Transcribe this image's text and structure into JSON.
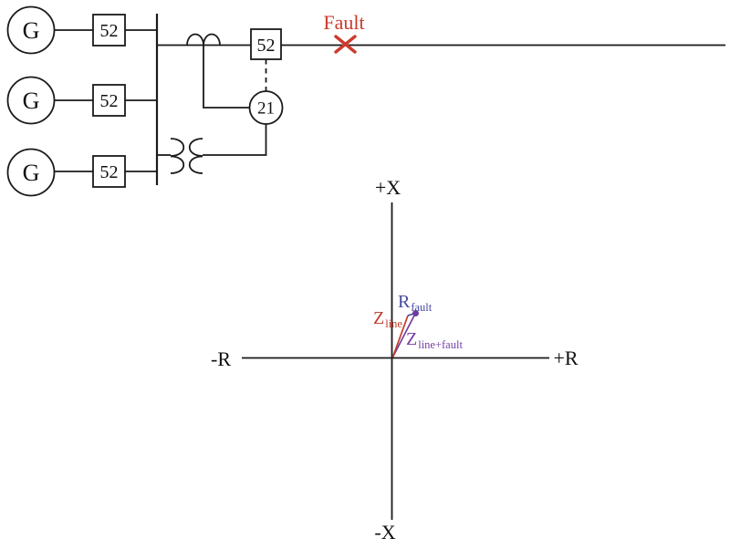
{
  "figure": {
    "description": "One-line power system diagram with distance relay and R-X impedance plot"
  },
  "oneline": {
    "generators": [
      {
        "label": "G"
      },
      {
        "label": "G"
      },
      {
        "label": "G"
      }
    ],
    "gen_breakers": [
      {
        "label": "52"
      },
      {
        "label": "52"
      },
      {
        "label": "52"
      }
    ],
    "line_breaker": {
      "label": "52"
    },
    "relay": {
      "label": "21"
    },
    "fault_label": "Fault",
    "icons": {
      "current_transformer": "two-hump coil on line",
      "voltage_transformer": "back-to-back coil pair on bus",
      "fault_marker": "red X on line"
    }
  },
  "rx_plot": {
    "axis_labels": {
      "up": "+X",
      "down": "-X",
      "left": "-R",
      "right": "+R"
    },
    "vectors": {
      "z_line": {
        "main": "Z",
        "sub": "line",
        "color": "#c23b2c"
      },
      "r_fault": {
        "main": "R",
        "sub": "fault",
        "color": "#4547a0"
      },
      "z_line_fault": {
        "main": "Z",
        "sub": "line+fault",
        "color": "#7340a3"
      }
    }
  },
  "colors": {
    "line_black": "#1a1a1a",
    "fault_red": "#cc3a2c",
    "vector_red": "#c23b2c",
    "vector_blue": "#4547a0",
    "vector_purple": "#7340a3",
    "dot_purple": "#6f3ba0"
  }
}
